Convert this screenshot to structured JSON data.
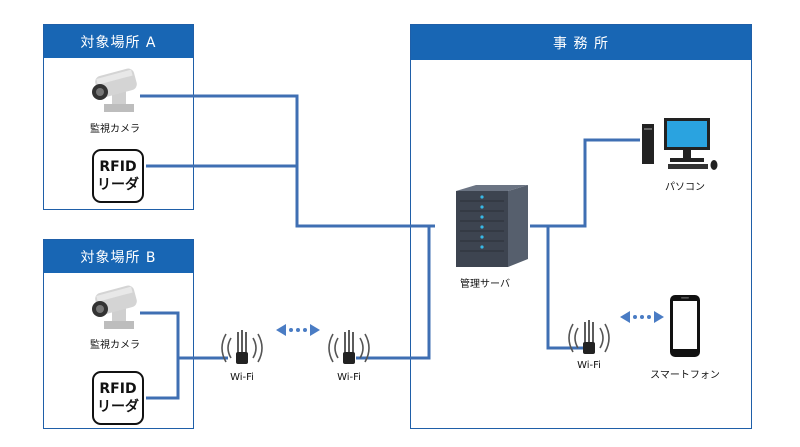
{
  "site_a": {
    "title": "対象場所 A",
    "camera_label": "監視カメラ",
    "rfid_line1": "RFID",
    "rfid_line2": "リーダ"
  },
  "site_b": {
    "title": "対象場所 B",
    "camera_label": "監視カメラ",
    "rfid_line1": "RFID",
    "rfid_line2": "リーダ"
  },
  "office": {
    "title": "事 務 所",
    "pc_label": "パソコン",
    "server_label": "管理サーバ",
    "wifi_label": "Wi-Fi",
    "phone_label": "スマートフォン"
  },
  "link": {
    "wifi_left_label": "Wi-Fi",
    "wifi_right_label": "Wi-Fi"
  },
  "colors": {
    "header_blue": "#1866b4",
    "line_blue": "#3f6fb3",
    "arrow_blue": "#4a7cc4"
  },
  "icons": [
    "camera-icon",
    "rfid-reader-icon",
    "server-icon",
    "pc-icon",
    "wifi-antenna-icon",
    "smartphone-icon",
    "double-arrow-icon"
  ]
}
